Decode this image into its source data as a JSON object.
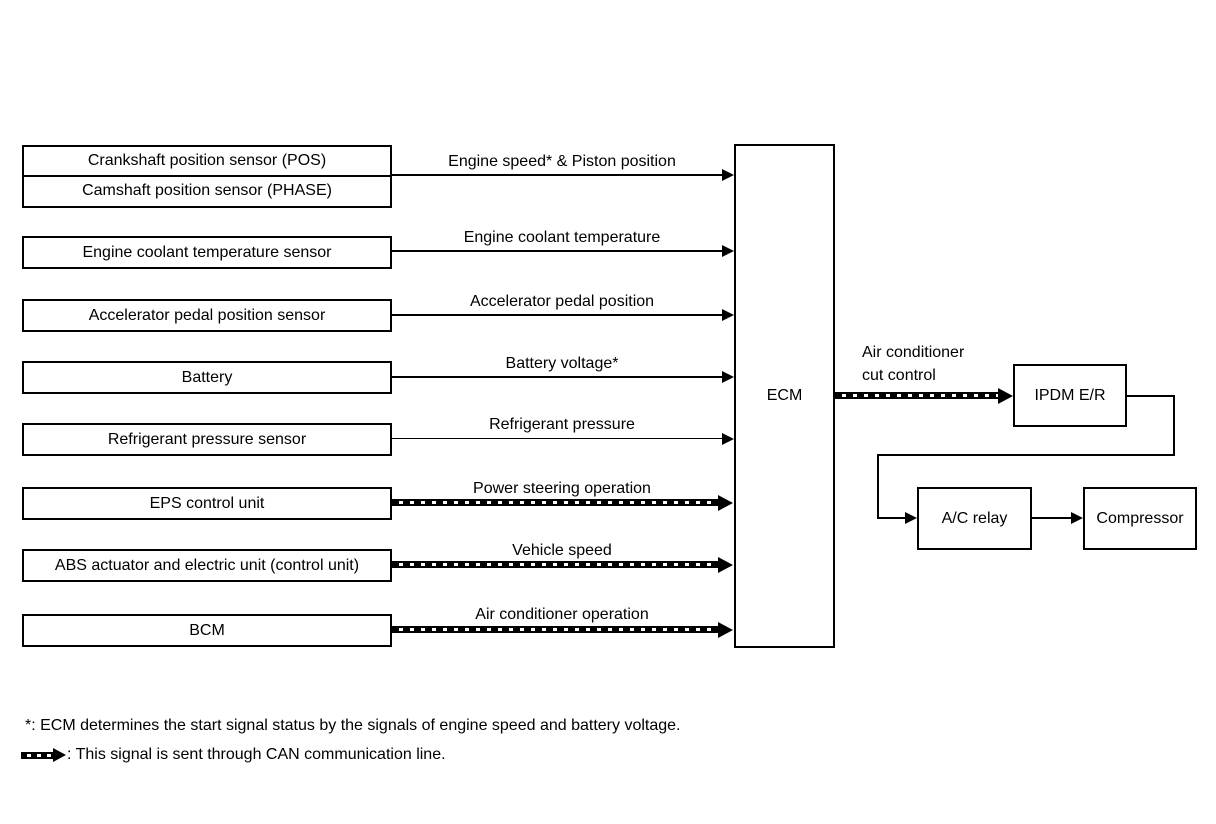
{
  "rows": [
    {
      "box_lines": [
        "Crankshaft position sensor (POS)",
        "Camshaft position sensor (PHASE)"
      ],
      "signal": "Engine speed* & Piston position",
      "can": false
    },
    {
      "box": "Engine coolant temperature sensor",
      "signal": "Engine coolant temperature",
      "can": false
    },
    {
      "box": "Accelerator pedal position sensor",
      "signal": "Accelerator pedal position",
      "can": false
    },
    {
      "box": "Battery",
      "signal": "Battery voltage*",
      "can": false
    },
    {
      "box": "Refrigerant pressure sensor",
      "signal": "Refrigerant pressure",
      "can": false
    },
    {
      "box": "EPS control unit",
      "signal": "Power steering operation",
      "can": true
    },
    {
      "box": "ABS actuator and electric unit (control unit)",
      "signal": "Vehicle speed",
      "can": true
    },
    {
      "box": "BCM",
      "signal": "Air conditioner operation",
      "can": true
    }
  ],
  "ecm": {
    "label": "ECM"
  },
  "cut_control": {
    "line1": "Air conditioner",
    "line2": "cut control",
    "can": true
  },
  "outputs": {
    "ipdm": "IPDM E/R",
    "ac_relay": "A/C relay",
    "compressor": "Compressor"
  },
  "notes": {
    "asterisk": "*: ECM determines the start signal status by the signals of engine speed and battery voltage.",
    "can_legend": ": This signal is sent through CAN communication line."
  },
  "colors": {
    "line": "#000000",
    "background": "#ffffff"
  }
}
